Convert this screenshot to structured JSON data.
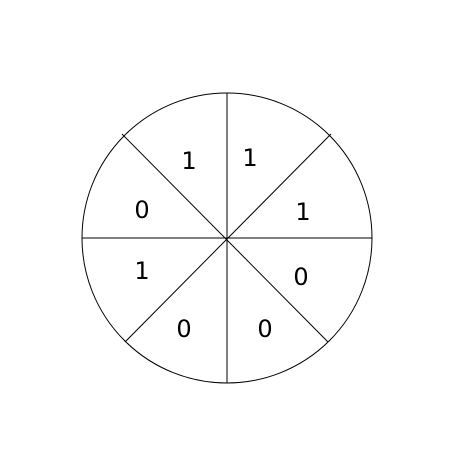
{
  "diagram": {
    "sectors": [
      {
        "id": "s1",
        "label": "1"
      },
      {
        "id": "s2",
        "label": "1"
      },
      {
        "id": "s3",
        "label": "1"
      },
      {
        "id": "s4",
        "label": "0"
      },
      {
        "id": "s5",
        "label": "0"
      },
      {
        "id": "s6",
        "label": "0"
      },
      {
        "id": "s7",
        "label": "1"
      },
      {
        "id": "s8",
        "label": "0"
      }
    ]
  },
  "colors": {
    "stroke": "#000000",
    "background": "#ffffff",
    "text": "#000000"
  }
}
